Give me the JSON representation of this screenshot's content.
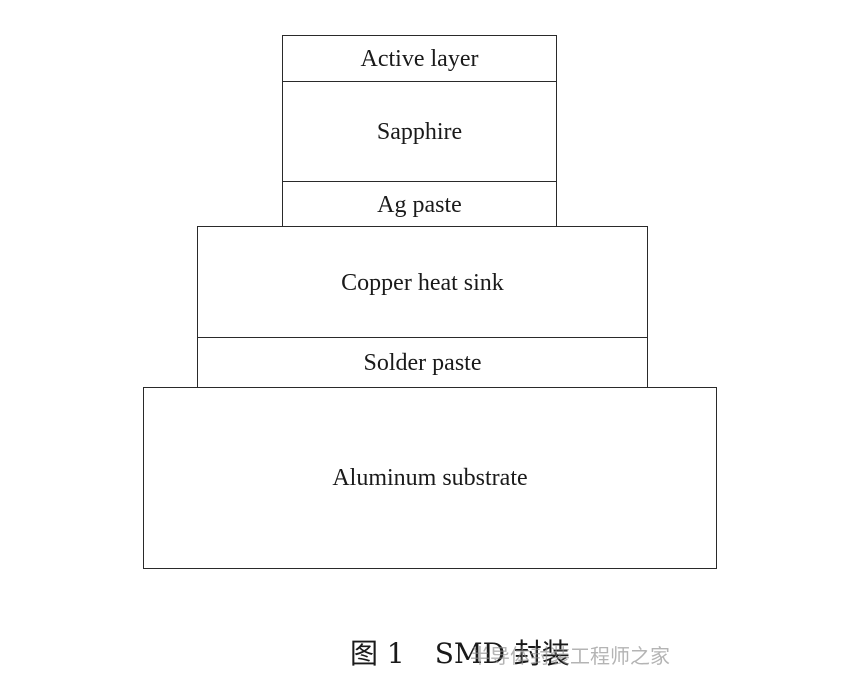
{
  "diagram": {
    "layers": [
      {
        "id": "active-layer",
        "label": "Active layer"
      },
      {
        "id": "sapphire",
        "label": "Sapphire"
      },
      {
        "id": "ag-paste",
        "label": "Ag paste"
      },
      {
        "id": "copper",
        "label": "Copper heat sink"
      },
      {
        "id": "solder",
        "label": "Solder paste"
      },
      {
        "id": "aluminum",
        "label": "Aluminum substrate"
      }
    ],
    "border_color": "#2a2a2a"
  },
  "caption": {
    "figure_number": "图 1",
    "title": "SMD 封装"
  },
  "watermark": {
    "text": "半导体封装工程师之家"
  }
}
